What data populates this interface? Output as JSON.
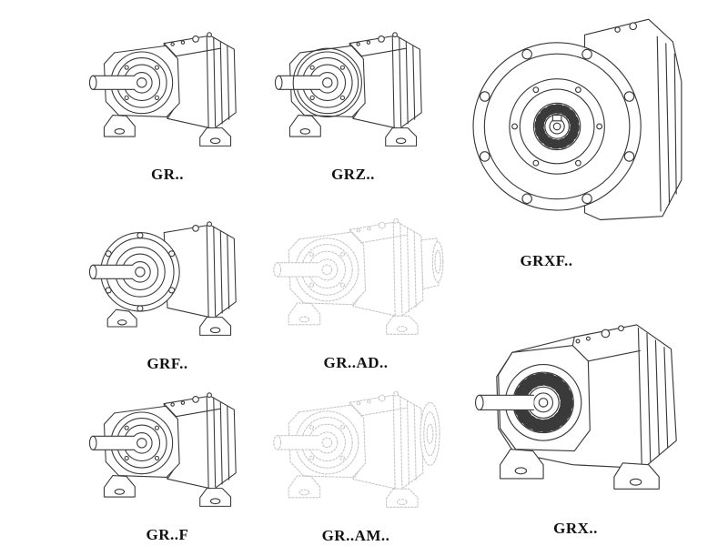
{
  "colors": {
    "background": "#ffffff",
    "line": "#3a3a3a",
    "phantom_line": "#c7c7c7",
    "label_text": "#111111"
  },
  "products": [
    {
      "code": "GR..",
      "render": "solid"
    },
    {
      "code": "GRZ..",
      "render": "solid"
    },
    {
      "code": "GRXF..",
      "render": "solid"
    },
    {
      "code": "GRF..",
      "render": "solid"
    },
    {
      "code": "GR..AD..",
      "render": "phantom"
    },
    {
      "code": "GR..F",
      "render": "solid"
    },
    {
      "code": "GR..AM..",
      "render": "phantom"
    },
    {
      "code": "GRX..",
      "render": "solid"
    }
  ]
}
